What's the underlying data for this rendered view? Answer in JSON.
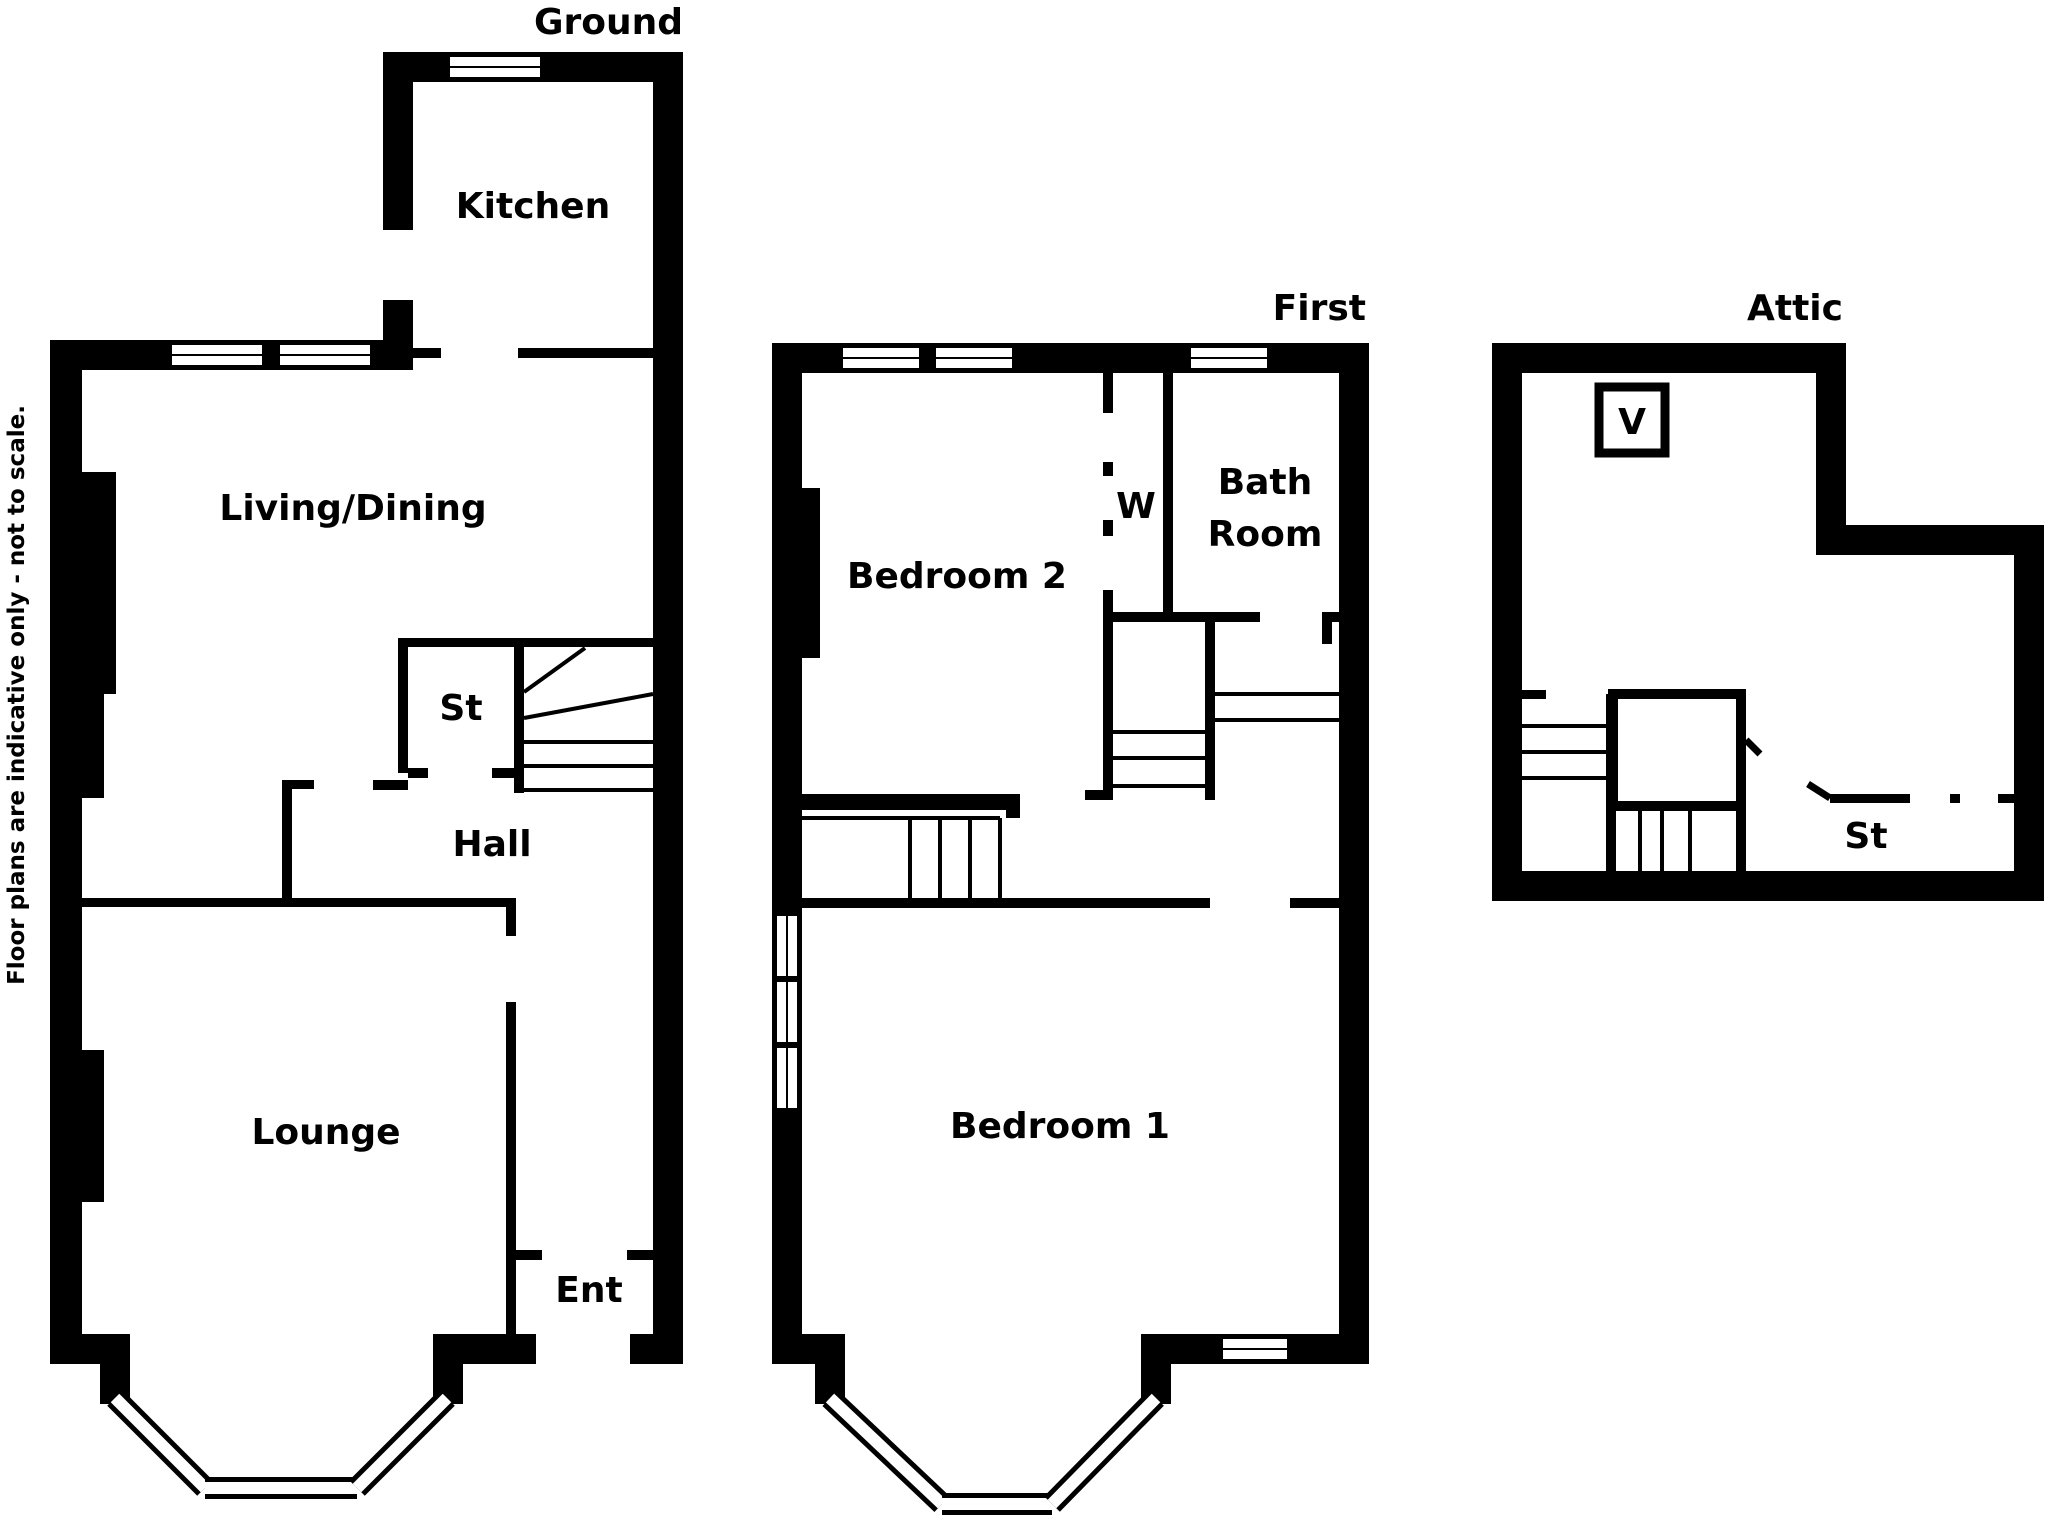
{
  "floors": {
    "ground": {
      "title": "Ground"
    },
    "first": {
      "title": "First"
    },
    "attic": {
      "title": "Attic"
    }
  },
  "rooms": {
    "kitchen": "Kitchen",
    "living_dining": "Living/Dining",
    "store_ground": "St",
    "hall": "Hall",
    "lounge": "Lounge",
    "entrance": "Ent",
    "bedroom2": "Bedroom 2",
    "wardrobe": "W",
    "bath_line1": "Bath",
    "bath_line2": "Room",
    "bedroom1": "Bedroom 1",
    "store_attic": "St",
    "velux": "V"
  },
  "disclaimer": "Floor plans are indicative only - not to scale.",
  "colors": {
    "wall": "#000000",
    "background": "#ffffff"
  }
}
